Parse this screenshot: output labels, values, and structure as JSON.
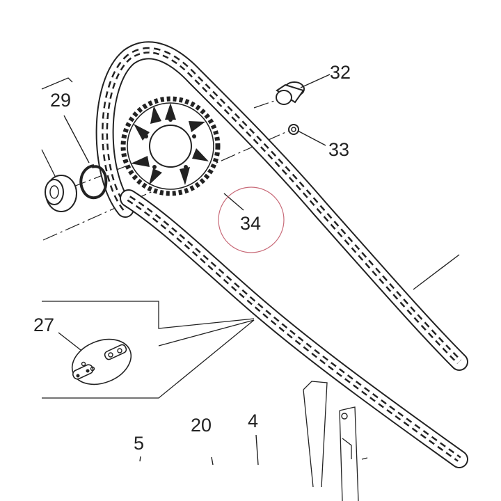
{
  "callouts": {
    "p29": "29",
    "p32": "32",
    "p33": "33",
    "p34": "34",
    "p27": "27",
    "p20": "20",
    "p4": "4",
    "p5": "5"
  },
  "highlight_color": "#c86a78",
  "ink_color": "#222222"
}
